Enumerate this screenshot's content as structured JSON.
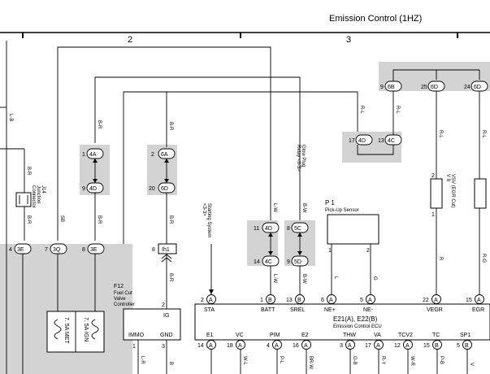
{
  "header": {
    "title": "Emission Control (1HZ)",
    "grid_cols": [
      "2",
      "3"
    ]
  },
  "connectors": {
    "c3E_left": "3E",
    "c3Q": "3Q",
    "c3E_right": "3E",
    "c4A": "4A",
    "c4D_a": "4D",
    "c6A": "6A",
    "c6D": "6D",
    "c4D_b": "4D",
    "c4C_b": "4C",
    "c5C": "5C",
    "c5D": "5D",
    "c4D_c": "4D",
    "c4C_c": "4C",
    "c6B": "6B",
    "c6D_r1": "6D",
    "c6D_r2": "6D",
    "cIh1": "Ih1",
    "pin_4": "4",
    "pin_7": "7",
    "pin_8": "8",
    "pin_1": "1",
    "pin_9": "9",
    "pin_2": "2",
    "pin_20": "20",
    "pin_11": "11",
    "pin_14": "14",
    "pin_8b": "8",
    "pin_9b": "9",
    "pin_17": "17",
    "pin_13": "13",
    "pin_9c": "9",
    "pin_25": "25",
    "pin_24": "24",
    "pin_8c": "8"
  },
  "wires": {
    "LB": "L-B",
    "BR1": "B-R",
    "BR2": "B-R",
    "BR3": "B-R",
    "BR4": "B-R",
    "BR5": "B-R",
    "BR6": "B-R",
    "SB": "SB",
    "BR_ih": "B-R",
    "LW1": "L-W",
    "LW2": "L-W",
    "BW1": "B-W",
    "BW2": "B-W",
    "RL1": "R-L",
    "RL2": "R-L",
    "RL3": "R-L",
    "RL4": "R-L",
    "L": "L",
    "G": "G",
    "R": "R",
    "RG": "R-G",
    "LR": "L-R",
    "B": "B",
    "WL": "W-L",
    "PL": "P-L",
    "BRW": "BR-W",
    "GB": "G-B",
    "RY": "R-Y",
    "WR": "W-R",
    "PB": "P-B",
    "V": "V"
  },
  "components": {
    "j14_id": "J14",
    "j14_name": "Junction",
    "j14_name2": "Connector",
    "starting_system": "Starting System",
    "starting_ref": "<3-3>",
    "glow_plug": "Glow Plug",
    "glow_plug_relay": "Relay <6-3>",
    "p1_id": "P 1",
    "p1_name": "Pick-Up Sensor",
    "p1_pin1": "1",
    "p1_pin2": "2",
    "v8_id": "V 8",
    "v8_name": "VSV (EGR Cut)",
    "v8_pin1": "1",
    "v8_pin2": "2",
    "fuse1": "7. 5A MET",
    "fuse2": "7. 5A IGN",
    "f12_id": "F12",
    "f12_name1": "Fuel Cut",
    "f12_name2": "Valve",
    "f12_name3": "Controller",
    "f12_ig": "IG",
    "f12_immo": "IMMO",
    "f12_gnd": "GND",
    "f12_pin2": "2",
    "f12_pin1": "1",
    "f12_pin3": "3",
    "ecu_id": "E21(A), E22(B)",
    "ecu_name": "Emission Control ECU"
  },
  "ecu_top_pins": [
    {
      "num": "2",
      "conn": "A",
      "label": "STA"
    },
    {
      "num": "1",
      "conn": "B",
      "label": "BATT"
    },
    {
      "num": "13",
      "conn": "B",
      "label": "SREL"
    },
    {
      "num": "6",
      "conn": "A",
      "label": "NE+"
    },
    {
      "num": "5",
      "conn": "A",
      "label": "NE-"
    },
    {
      "num": "22",
      "conn": "A",
      "label": "VEGR"
    },
    {
      "num": "15",
      "conn": "A",
      "label": "EGR"
    }
  ],
  "ecu_bottom_pins": [
    {
      "num": "14",
      "conn": "A",
      "label": "E1"
    },
    {
      "num": "18",
      "conn": "A",
      "label": "VC"
    },
    {
      "num": "4",
      "conn": "A",
      "label": "PIM"
    },
    {
      "num": "16",
      "conn": "A",
      "label": "E2"
    },
    {
      "num": "3",
      "conn": "A",
      "label": "THW"
    },
    {
      "num": "17",
      "conn": "A",
      "label": "VA"
    },
    {
      "num": "12",
      "conn": "A",
      "label": "TCV2"
    },
    {
      "num": "15",
      "conn": "B",
      "label": "TC"
    },
    {
      "num": "5",
      "conn": "B",
      "label": "SP1"
    }
  ]
}
